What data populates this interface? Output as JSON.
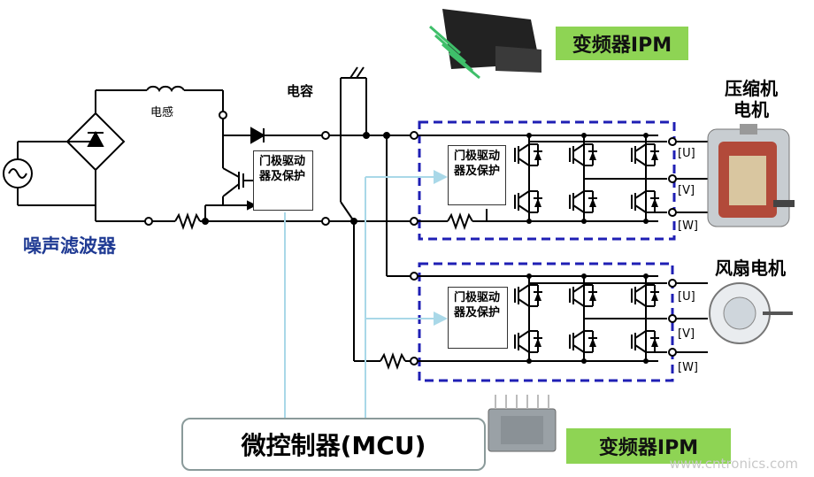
{
  "labels": {
    "noise_filter": "噪声滤波器",
    "inductor": "电感",
    "capacitor": "电容",
    "gate_driver": "门极驱动器及保护",
    "ipm_top": "变频器IPM",
    "ipm_bottom": "变频器IPM",
    "compressor_motor": "压缩机电机",
    "fan_motor": "风扇电机",
    "mcu": "微控制器(MCU)",
    "phase_u": "[U]",
    "phase_v": "[V]",
    "phase_w": "[W]",
    "watermark": "www.cntronics.com"
  },
  "colors": {
    "wire": "#000000",
    "ipm_border": "#1f1fb4",
    "signal_line": "#a9d8e8",
    "ipm_label_bg": "#8ed454",
    "noise_filter_text": "#1f3a93"
  }
}
